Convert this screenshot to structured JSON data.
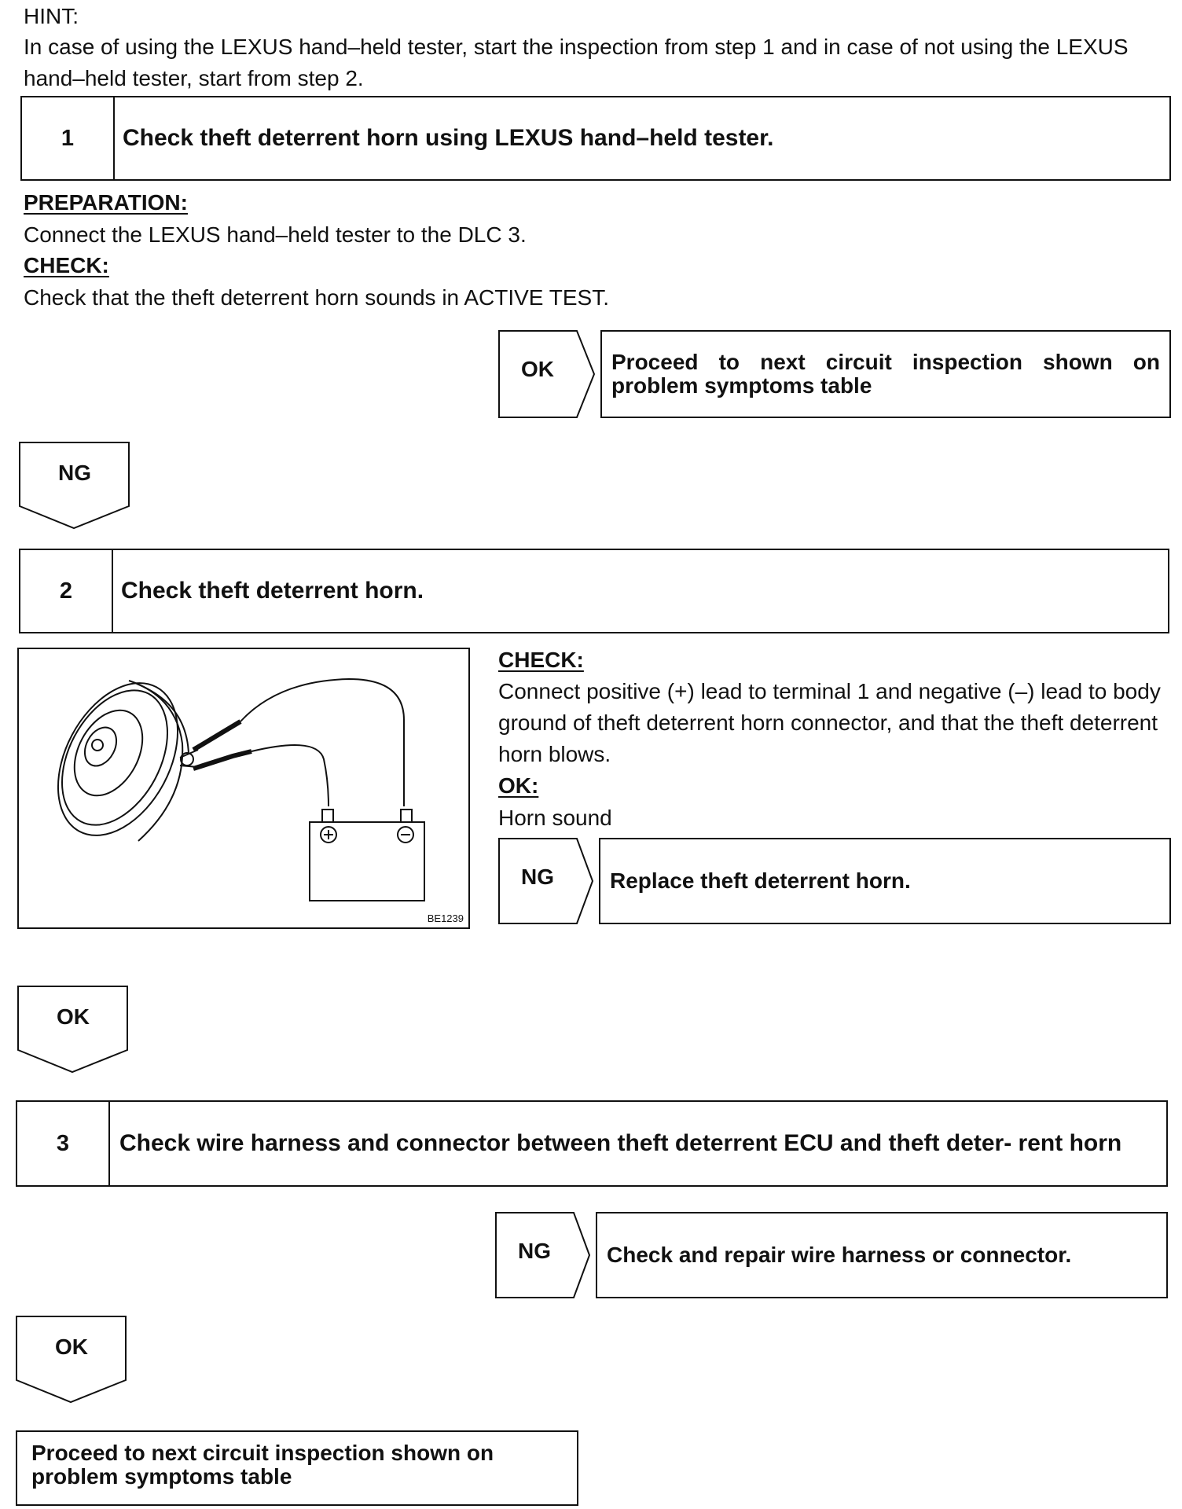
{
  "hint": {
    "label": "HINT:",
    "text": "In case of using the LEXUS hand–held tester, start the inspection from step 1 and in case of not using the LEXUS hand–held tester, start from step 2."
  },
  "step1": {
    "number": "1",
    "title": "Check theft deterrent horn using LEXUS hand–held tester.",
    "preparation_label": "PREPARATION:",
    "preparation_text": "Connect the LEXUS hand–held tester to the DLC 3.",
    "check_label": "CHECK:",
    "check_text": "Check that the theft deterrent horn sounds in ACTIVE TEST.",
    "ok_tag": "OK",
    "ok_result": "Proceed to next circuit inspection shown on problem symptoms table",
    "ng_tag": "NG"
  },
  "step2": {
    "number": "2",
    "title": "Check theft deterrent horn.",
    "check_label": "CHECK:",
    "check_text": "Connect positive (+) lead to terminal 1 and negative (–) lead to body ground of theft deterrent horn connector, and that the theft deterrent horn blows.",
    "ok_label": "OK:",
    "ok_text": "Horn sound",
    "ng_tag": "NG",
    "ng_result": "Replace theft deterrent horn.",
    "figure_id": "BE1239",
    "ok_tag": "OK"
  },
  "step3": {
    "number": "3",
    "title": "Check wire harness and connector between theft deterrent ECU and theft deter- rent horn",
    "ng_tag": "NG",
    "ng_result": "Check and repair wire harness or connector.",
    "ok_tag": "OK"
  },
  "final": {
    "text": "Proceed to next circuit inspection shown on problem symptoms table"
  }
}
